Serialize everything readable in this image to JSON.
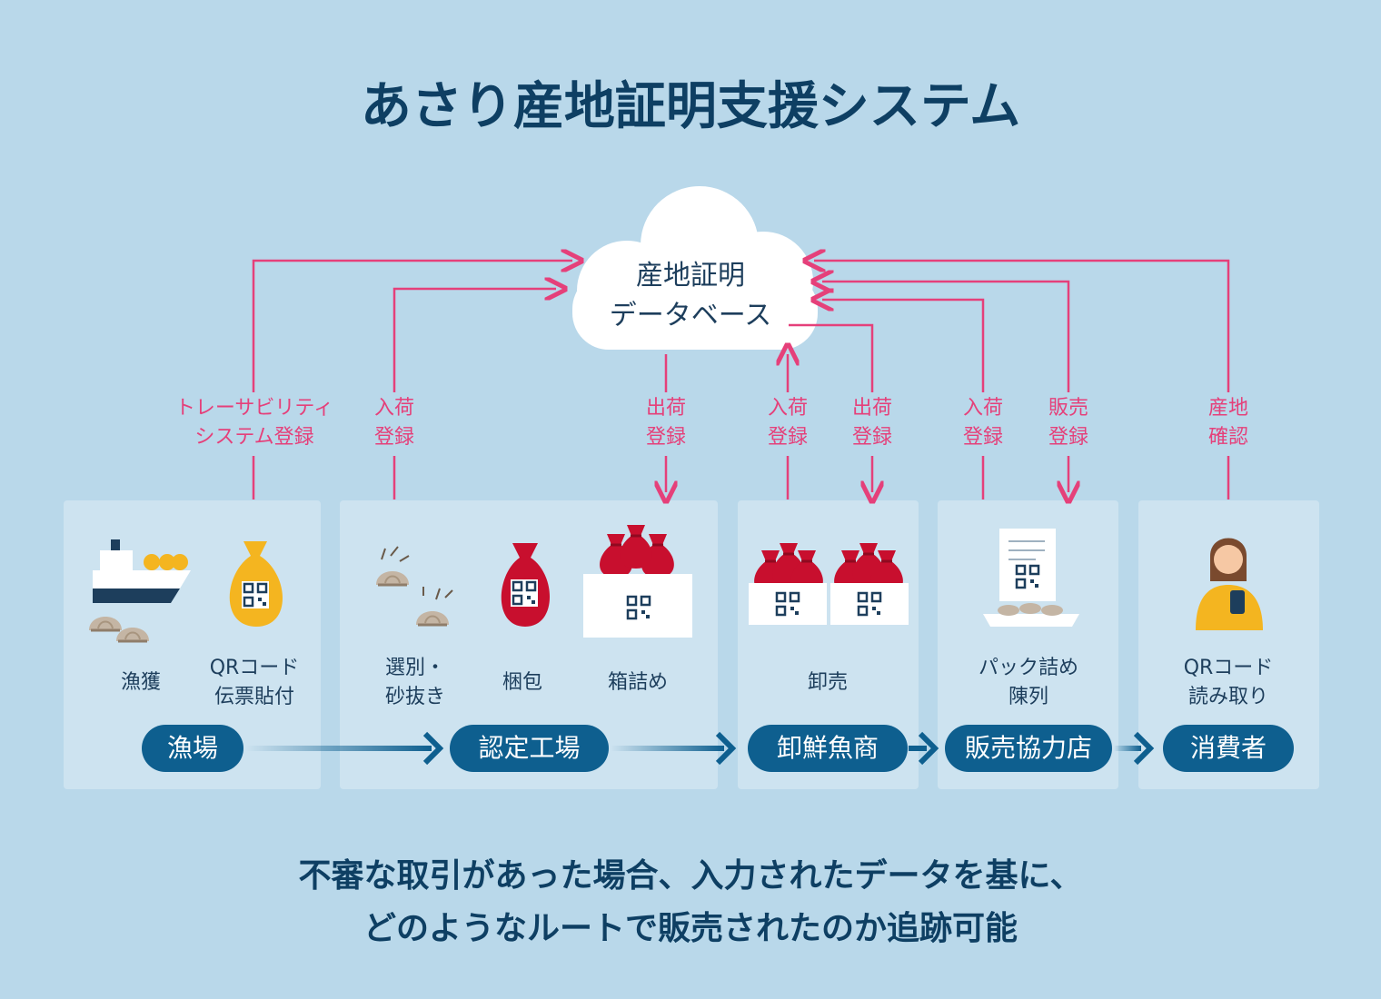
{
  "title": "あさり産地証明支援システム",
  "database": {
    "line1": "産地証明",
    "line2": "データベース"
  },
  "flows": {
    "trace_line1": "トレーサビリティ",
    "trace_line2": "システム登録",
    "factory_in_1": "入荷",
    "factory_in_2": "登録",
    "factory_out_1": "出荷",
    "factory_out_2": "登録",
    "whole_in_1": "入荷",
    "whole_in_2": "登録",
    "whole_out_1": "出荷",
    "whole_out_2": "登録",
    "shop_in_1": "入荷",
    "shop_in_2": "登録",
    "shop_sale_1": "販売",
    "shop_sale_2": "登録",
    "consumer_1": "産地",
    "consumer_2": "確認"
  },
  "steps": {
    "fishing": "漁獲",
    "qr_slip_1": "QRコード",
    "qr_slip_2": "伝票貼付",
    "sort_1": "選別・",
    "sort_2": "砂抜き",
    "pack": "梱包",
    "boxing": "箱詰め",
    "wholesale": "卸売",
    "packing_1": "パック詰め",
    "packing_2": "陳列",
    "read_1": "QRコード",
    "read_2": "読み取り"
  },
  "stages": [
    "漁場",
    "認定工場",
    "卸鮮魚商",
    "販売協力店",
    "消費者"
  ],
  "footer": {
    "line1": "不審な取引があった場合、入力されたデータを基に、",
    "line2": "どのようなルートで販売されたのか追跡可能"
  },
  "colors": {
    "background": "#b9d8ea",
    "panel": "#cde3f0",
    "arrow_pink": "#e5407a",
    "navy": "#0e5f8f",
    "title": "#0e3f63",
    "bag_red": "#c80f2e"
  }
}
